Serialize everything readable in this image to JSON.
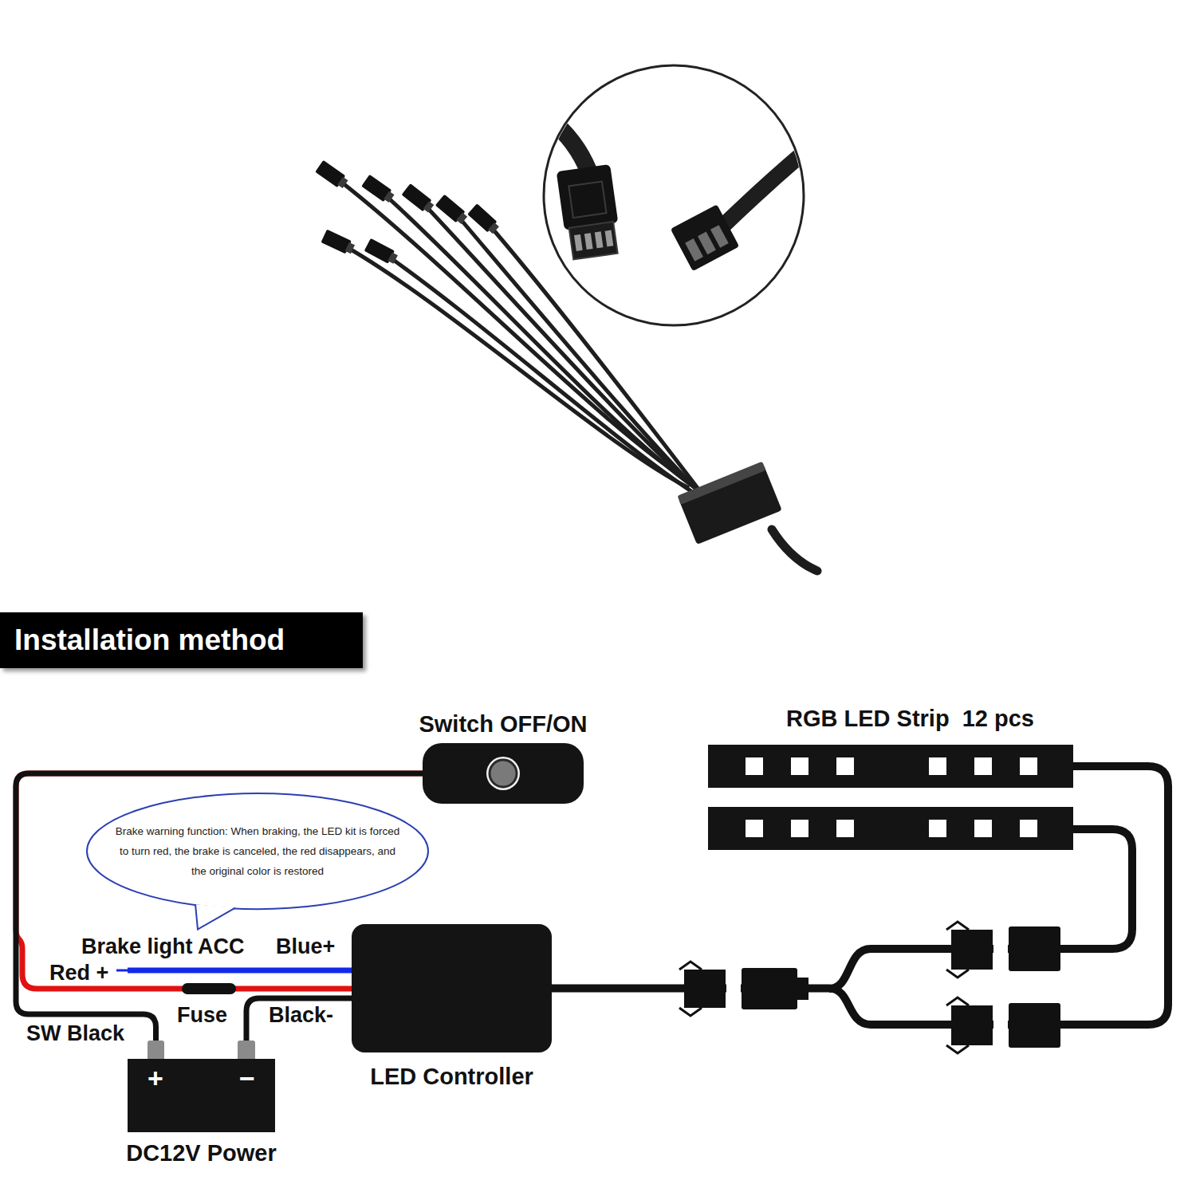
{
  "diagram": {
    "title": "Installation method",
    "nodes": [
      {
        "text": [
          "Switch OFF/ON"
        ]
      },
      {
        "text": [
          "RGB LED Strip  12 pcs"
        ]
      },
      {
        "text": [
          "Brake warning function: When braking, the LED kit is forced to turn red, the brake is canceled, the red disappears, and the original color is restored"
        ]
      },
      {
        "text": [
          "LED Controller"
        ]
      },
      {
        "text": [
          "+",
          "−",
          "DC12V Power"
        ]
      }
    ],
    "edges": [
      {
        "from": 0,
        "to": 4,
        "arrow": "none"
      },
      {
        "from": 0,
        "to": 3,
        "arrow": "none"
      },
      {
        "from": 4,
        "to": 3,
        "arrow": "none"
      },
      {
        "from": 3,
        "to": 1,
        "arrow": "none"
      }
    ],
    "labels": [
      "Brake light ACC",
      "Blue+",
      "Red +",
      "Fuse",
      "Black-",
      "SW Black"
    ]
  }
}
